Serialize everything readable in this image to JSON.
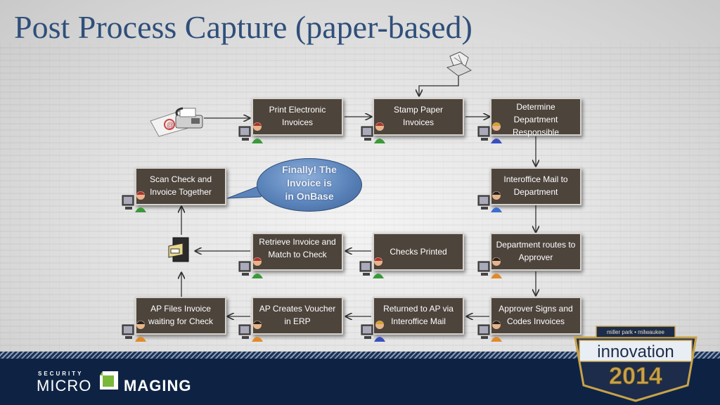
{
  "title": "Post Process Capture (paper-based)",
  "boxes": {
    "print": "Print Electronic Invoices",
    "stamp": "Stamp Paper Invoices",
    "determine": "Determine Department Responsible",
    "interoffice": "Interoffice Mail to Department",
    "routes": "Department routes to Approver",
    "approver": "Approver Signs and Codes Invoices",
    "returned": "Returned to AP via Interoffice Mail",
    "voucher": "AP Creates Voucher in ERP",
    "files": "AP Files Invoice waiting for Check",
    "checks": "Checks Printed",
    "retrieve": "Retrieve Invoice and Match to Check",
    "scan": "Scan Check and Invoice Together"
  },
  "bubble": {
    "line1": "Finally! The",
    "line2": "Invoice is",
    "line3": "in OnBase"
  },
  "footer": {
    "security": "SECURITY",
    "logo_left": "MICRO",
    "logo_right": "MAGING"
  },
  "badge": {
    "location": "miller park • milwaukee",
    "name": "innovation",
    "year": "2014"
  },
  "colors": {
    "box": "#4d443c",
    "title": "#2f4f7a",
    "bubble": "#5b84bb",
    "footer": "#0e2344",
    "badge_gold": "#c8a24a"
  },
  "icons": [
    "email-icon",
    "fax-machine-icon",
    "stamp-icon",
    "file-cabinet-icon",
    "person-at-computer-icon"
  ]
}
